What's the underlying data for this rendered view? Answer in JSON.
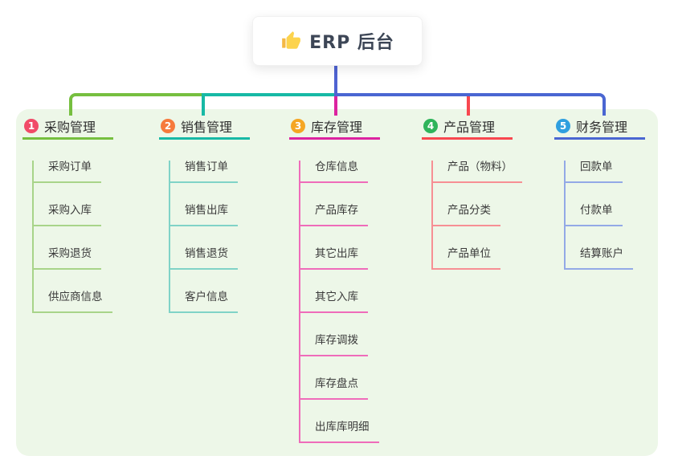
{
  "root": {
    "title": "ERP 后台",
    "icon": "thumbs-up",
    "icon_color": "#f4b844"
  },
  "panel": {
    "background": "#edf7e8"
  },
  "connectors": {
    "root_stem_color": "#4f63d2",
    "bus_segments": [
      {
        "name": "left",
        "color": "#76bf3f"
      },
      {
        "name": "middle",
        "color": "#17b9a5"
      },
      {
        "name": "right",
        "color": "#4a66d2"
      }
    ],
    "risers": [
      {
        "branch": "库存管理",
        "color": "#dc23a0"
      },
      {
        "branch": "产品管理",
        "color": "#f8474f"
      }
    ]
  },
  "branches": [
    {
      "badge": "1",
      "label": "采购管理",
      "badge_color": "#f14b68",
      "line_color": "#76bf3f",
      "child_line_color": "#a8d489",
      "children": [
        "采购订单",
        "采购入库",
        "采购退货",
        "供应商信息"
      ]
    },
    {
      "badge": "2",
      "label": "销售管理",
      "badge_color": "#f67a3c",
      "line_color": "#17b9a5",
      "child_line_color": "#80d3c7",
      "children": [
        "销售订单",
        "销售出库",
        "销售退货",
        "客户信息"
      ]
    },
    {
      "badge": "3",
      "label": "库存管理",
      "badge_color": "#f5a623",
      "line_color": "#dc23a0",
      "child_line_color": "#ef6cba",
      "children": [
        "仓库信息",
        "产品库存",
        "其它出库",
        "其它入库",
        "库存调拨",
        "库存盘点",
        "出库库明细"
      ]
    },
    {
      "badge": "4",
      "label": "产品管理",
      "badge_color": "#2fb45b",
      "line_color": "#f8474f",
      "child_line_color": "#f78f94",
      "children": [
        "产品（物料）",
        "产品分类",
        "产品单位"
      ]
    },
    {
      "badge": "5",
      "label": "财务管理",
      "badge_color": "#2f9fdf",
      "line_color": "#4a66d2",
      "child_line_color": "#93a9e6",
      "children": [
        "回款单",
        "付款单",
        "结算账户"
      ]
    }
  ]
}
